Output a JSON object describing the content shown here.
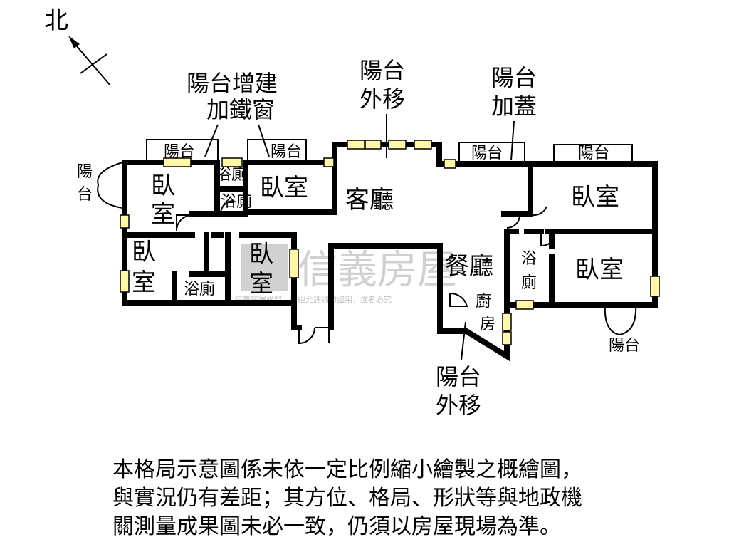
{
  "compass": {
    "north": "北"
  },
  "annotations": {
    "balcony_iron_window": [
      "陽台增建",
      "加鐵窗"
    ],
    "balcony_moved_top": [
      "陽台",
      "外移"
    ],
    "balcony_covered": [
      "陽台",
      "加蓋"
    ],
    "balcony_moved_bottom": [
      "陽台",
      "外移"
    ]
  },
  "rooms": {
    "living_room": "客廳",
    "dining_room": "餐廳",
    "kitchen": [
      "廚",
      "房"
    ],
    "bedroom_nw_tall": [
      "臥",
      "室"
    ],
    "bedroom_top_center": "臥室",
    "bedroom_west_lower": [
      "臥",
      "室"
    ],
    "bedroom_center_lower": [
      "臥",
      "室"
    ],
    "bedroom_east_upper": "臥室",
    "bedroom_east_lower": "臥室",
    "bath_small_upper": "浴廁",
    "bath_small_lower": "浴廁",
    "bath_bottom_left": "浴廁",
    "bath_east": [
      "浴",
      "廁"
    ]
  },
  "balconies": {
    "top_left": "陽台",
    "top_center_left": "陽台",
    "top_center_right": "陽台",
    "top_right": "陽台",
    "west": [
      "陽",
      "台"
    ],
    "south_east": "陽台"
  },
  "watermark": {
    "brand": "信義房屋",
    "fine_print": "信義房屋繪製，未經允許請勿盜用，違者必究"
  },
  "disclaimer": [
    "本格局示意圖係未依一定比例縮小繪製之概繪圖，",
    "與實況仍有差距；其方位、格局、形狀等與地政機",
    "關測量成果圖未必一致，仍須以房屋現場為準。"
  ]
}
